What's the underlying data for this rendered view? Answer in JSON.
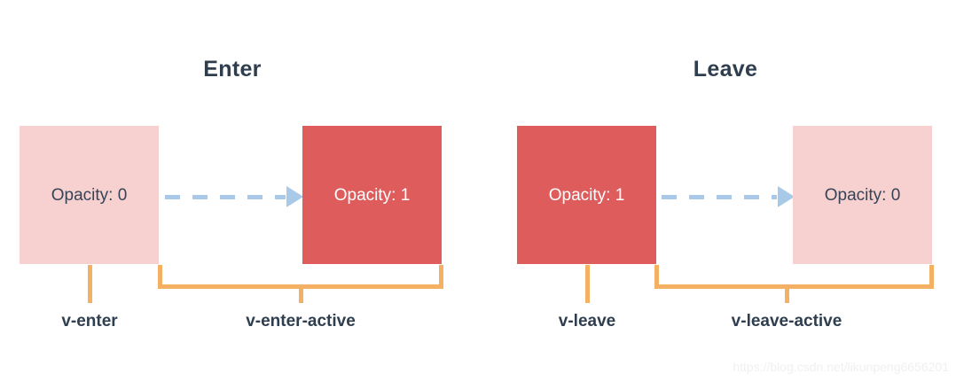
{
  "panels": [
    {
      "title": "Enter",
      "from_box": {
        "label": "Opacity: 0",
        "style": "pale"
      },
      "to_box": {
        "label": "Opacity: 1",
        "style": "solid"
      },
      "state_caption": "v-enter",
      "active_caption": "v-enter-active"
    },
    {
      "title": "Leave",
      "from_box": {
        "label": "Opacity: 1",
        "style": "solid"
      },
      "to_box": {
        "label": "Opacity: 0",
        "style": "pale"
      },
      "state_caption": "v-leave",
      "active_caption": "v-leave-active"
    }
  ],
  "colors": {
    "pale_red": "#f6d1d0",
    "solid_red": "#de5c5c",
    "arrow_blue": "#a9c9e8",
    "annotation_orange": "#f4b063",
    "text_navy": "#2f3e4f",
    "background": "#ffffff"
  },
  "watermark": "https://blog.csdn.net/likunpeng6656201"
}
